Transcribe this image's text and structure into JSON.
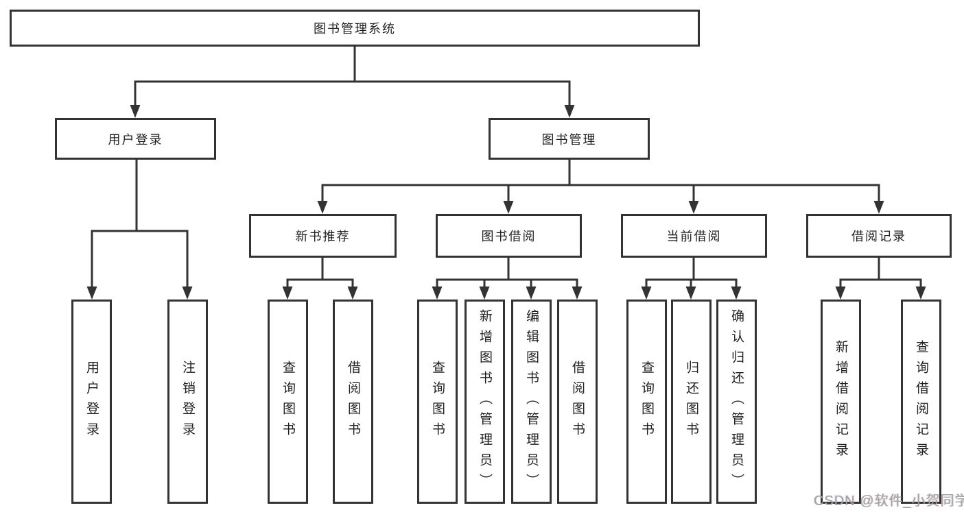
{
  "tree": {
    "root": {
      "label": "图书管理系统"
    },
    "branches": [
      {
        "label": "用户登录",
        "children": [
          {
            "label": "用户登录"
          },
          {
            "label": "注销登录"
          }
        ]
      },
      {
        "label": "图书管理",
        "children": [
          {
            "label": "新书推荐",
            "children": [
              {
                "label": "查询图书"
              },
              {
                "label": "借阅图书"
              }
            ]
          },
          {
            "label": "图书借阅",
            "children": [
              {
                "label": "查询图书"
              },
              {
                "label": "新增图书（管理员）"
              },
              {
                "label": "编辑图书（管理员）"
              },
              {
                "label": "借阅图书"
              }
            ]
          },
          {
            "label": "当前借阅",
            "children": [
              {
                "label": "查询图书"
              },
              {
                "label": "归还图书"
              },
              {
                "label": "确认归还（管理员）"
              }
            ]
          },
          {
            "label": "借阅记录",
            "children": [
              {
                "label": "新增借阅记录"
              },
              {
                "label": "查询借阅记录"
              }
            ]
          }
        ]
      }
    ]
  },
  "watermark": {
    "text": "CSDN @软件_小贺同学"
  },
  "colors": {
    "line": "#333333",
    "text": "#1f1f1f",
    "watermark": "#a2a2a2",
    "background": "#ffffff"
  }
}
